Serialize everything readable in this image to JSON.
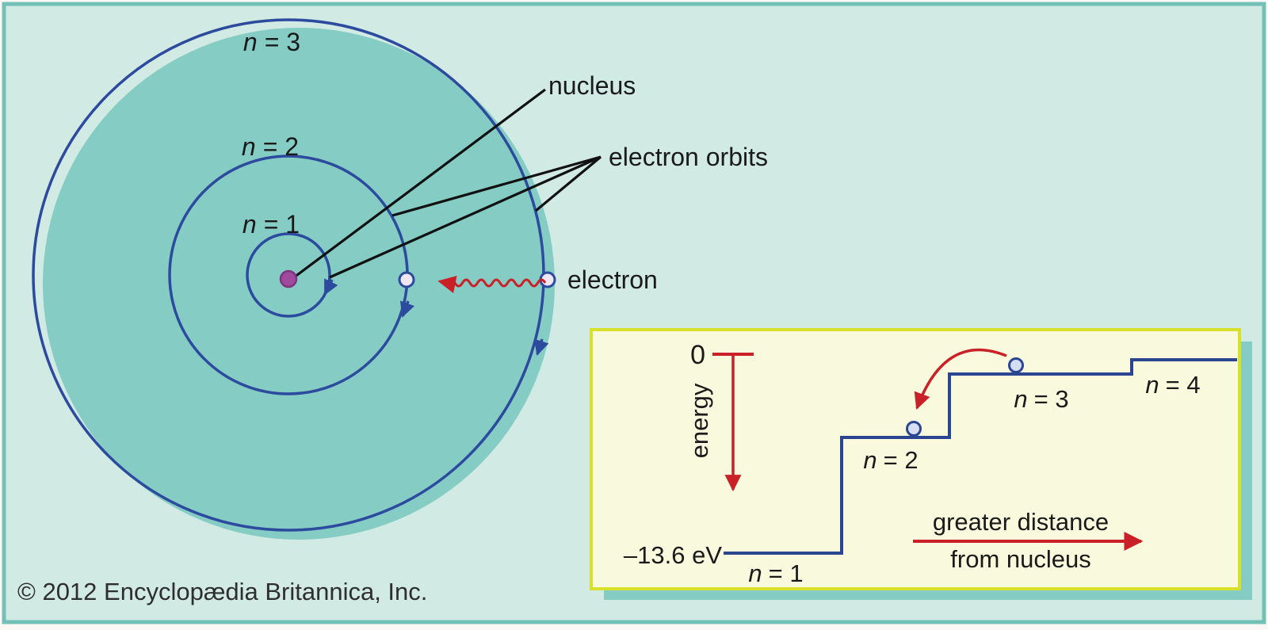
{
  "title": "Bohr atomic model diagram",
  "atom": {
    "orbit_labels": [
      {
        "symbol": "n",
        "eq": "= 3"
      },
      {
        "symbol": "n",
        "eq": "= 2"
      },
      {
        "symbol": "n",
        "eq": "= 1"
      }
    ],
    "annotations": {
      "nucleus": "nucleus",
      "orbits": "electron orbits",
      "electron": "electron"
    }
  },
  "energy_panel": {
    "zero": "0",
    "axis": "energy",
    "ground_energy": "–13.6 eV",
    "levels": [
      {
        "symbol": "n",
        "eq": "= 1"
      },
      {
        "symbol": "n",
        "eq": "= 2"
      },
      {
        "symbol": "n",
        "eq": "= 3"
      },
      {
        "symbol": "n",
        "eq": "= 4"
      }
    ],
    "distance_line1": "greater distance",
    "distance_line2": "from nucleus"
  },
  "footer": {
    "copyright": "© 2012 Encyclopædia Britannica, Inc."
  },
  "palette": {
    "page_edge": "#fcf8f5",
    "frame_teal": "#73c0b7",
    "background_mint": "#d2eae4",
    "atom_fill_blue": "#d9eef8",
    "orbit_navy": "#2c4a9e",
    "shadow_teal": "#84ccc4",
    "nucleus_purple": "#a04a9e",
    "electron_fill": "#eee6f3",
    "panel_cream": "#f9f9dd",
    "panel_border_yellow": "#d9e02b",
    "stair_navy": "#2b4590",
    "accent_red": "#c92127",
    "text_black": "#1a1a1a"
  }
}
